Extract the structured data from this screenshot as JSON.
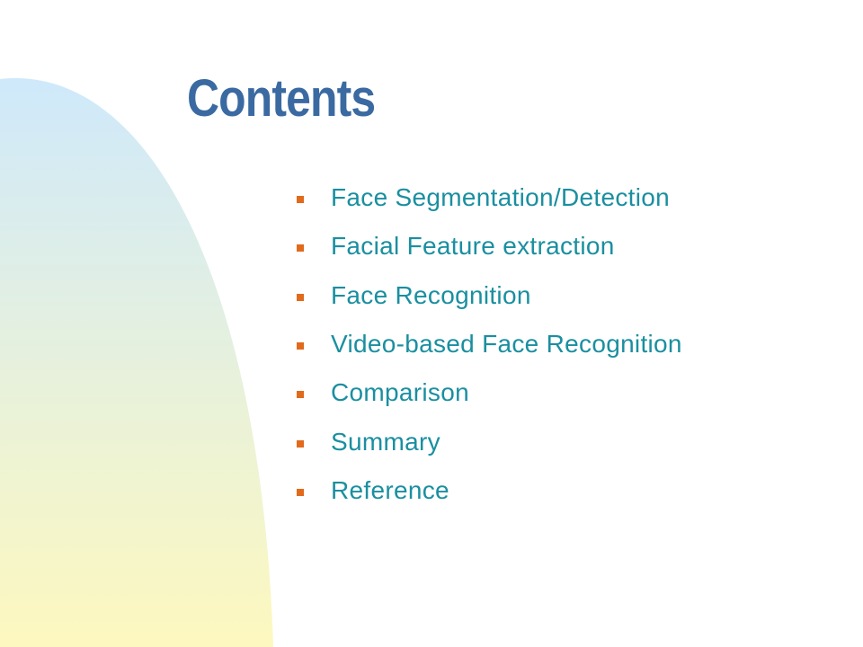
{
  "slide": {
    "title": "Contents",
    "items": [
      "Face Segmentation/Detection",
      "Facial Feature extraction",
      "Face Recognition",
      "Video-based Face Recognition",
      "Comparison",
      "Summary",
      "Reference"
    ]
  },
  "colors": {
    "title": "#3a6aa1",
    "item_text": "#1a8fa0",
    "bullet": "#e26a1c",
    "gradient_top": "#cfe9fb",
    "gradient_bottom": "#fdf8bf"
  }
}
